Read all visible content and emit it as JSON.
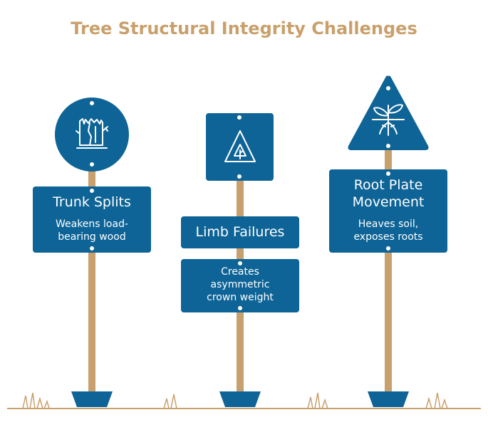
{
  "title": "Tree Structural Integrity Challenges",
  "colors": {
    "title": "#c9a06b",
    "sign": "#0e6496",
    "pole": "#c8a06e",
    "ground": "#c8a06e"
  },
  "signs": [
    {
      "heading": "Trunk Splits",
      "description": "Weakens load-bearing wood",
      "shape": "circle",
      "icon": "tree-trunk-split-icon"
    },
    {
      "heading": "Limb Failures",
      "description": "Creates asymmetric crown weight",
      "shape": "square",
      "icon": "tree-warning-triangle-icon"
    },
    {
      "heading": "Root Plate Movement",
      "description": "Heaves soil, exposes roots",
      "shape": "triangle",
      "icon": "sprout-roots-icon"
    }
  ]
}
